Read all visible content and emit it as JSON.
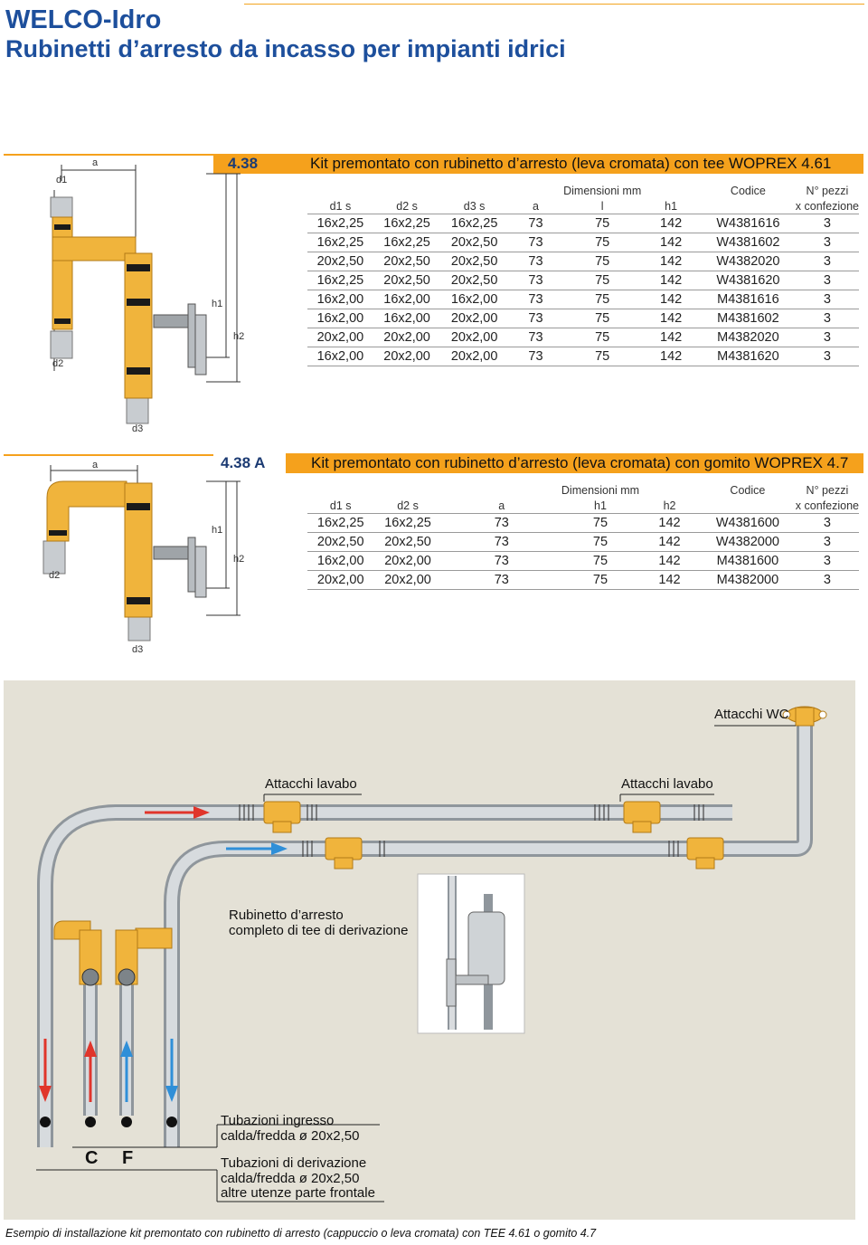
{
  "header": {
    "title": "WELCO-Idro",
    "subtitle": "Rubinetti d’arresto da incasso per impianti idrici"
  },
  "section1": {
    "number": "4.38",
    "title": "Kit premontato con rubinetto d’arresto (leva cromata) con tee WOPREX 4.61",
    "group_dimensions": "Dimensioni mm",
    "group_code": "Codice",
    "group_qty": "N° pezzi",
    "columns": [
      "d1  s",
      "d2  s",
      "d3  s",
      "a",
      "l",
      "h1",
      "",
      "x confezione"
    ],
    "rows": [
      [
        "16x2,25",
        "16x2,25",
        "16x2,25",
        "73",
        "75",
        "142",
        "W4381616",
        "3"
      ],
      [
        "16x2,25",
        "16x2,25",
        "20x2,50",
        "73",
        "75",
        "142",
        "W4381602",
        "3"
      ],
      [
        "20x2,50",
        "20x2,50",
        "20x2,50",
        "73",
        "75",
        "142",
        "W4382020",
        "3"
      ],
      [
        "16x2,25",
        "20x2,50",
        "20x2,50",
        "73",
        "75",
        "142",
        "W4381620",
        "3"
      ],
      [
        "16x2,00",
        "16x2,00",
        "16x2,00",
        "73",
        "75",
        "142",
        "M4381616",
        "3"
      ],
      [
        "16x2,00",
        "16x2,00",
        "20x2,00",
        "73",
        "75",
        "142",
        "M4381602",
        "3"
      ],
      [
        "20x2,00",
        "20x2,00",
        "20x2,00",
        "73",
        "75",
        "142",
        "M4382020",
        "3"
      ],
      [
        "16x2,00",
        "20x2,00",
        "20x2,00",
        "73",
        "75",
        "142",
        "M4381620",
        "3"
      ]
    ],
    "dims": {
      "a": "a",
      "d1": "d1",
      "d2": "d2",
      "d3": "d3",
      "h1": "h1",
      "h2": "h2"
    }
  },
  "section2": {
    "number": "4.38 A",
    "title": "Kit premontato con rubinetto d’arresto (leva cromata) con gomito WOPREX 4.7",
    "group_dimensions": "Dimensioni mm",
    "group_code": "Codice",
    "group_qty": "N° pezzi",
    "columns": [
      "d1  s",
      "d2  s",
      "a",
      "h1",
      "h2",
      "",
      "x confezione"
    ],
    "rows": [
      [
        "16x2,25",
        "16x2,25",
        "73",
        "75",
        "142",
        "W4381600",
        "3"
      ],
      [
        "20x2,50",
        "20x2,50",
        "73",
        "75",
        "142",
        "W4382000",
        "3"
      ],
      [
        "16x2,00",
        "20x2,00",
        "73",
        "75",
        "142",
        "M4381600",
        "3"
      ],
      [
        "20x2,00",
        "20x2,00",
        "73",
        "75",
        "142",
        "M4382000",
        "3"
      ]
    ],
    "dims": {
      "a": "a",
      "d2": "d2",
      "d3": "d3",
      "h1": "h1",
      "h2": "h2"
    }
  },
  "installation": {
    "attacchi_wc": "Attacchi WC",
    "attacchi_lavabo_1": "Attacchi lavabo",
    "attacchi_lavabo_2": "Attacchi lavabo",
    "rubinetto_line1": "Rubinetto d’arresto",
    "rubinetto_line2": "completo di tee di derivazione",
    "ingresso_line1": "Tubazioni ingresso",
    "ingresso_line2": "calda/fredda ø 20x2,50",
    "derivazione_line1": "Tubazioni di derivazione",
    "derivazione_line2": "calda/fredda ø 20x2,50",
    "derivazione_line3": "altre utenze parte frontale",
    "letter_c": "C",
    "letter_f": "F"
  },
  "caption": "Esempio di installazione kit premontato con rubinetto di arresto (cappuccio o leva cromata) con TEE 4.61 o gomito 4.7",
  "colors": {
    "brand_blue": "#1d4f9c",
    "accent_orange": "#f5a11c",
    "panel_bg": "#e4e1d6",
    "hot": "#e0352b",
    "cold": "#2f8fd8",
    "brass": "#f0b43c"
  }
}
